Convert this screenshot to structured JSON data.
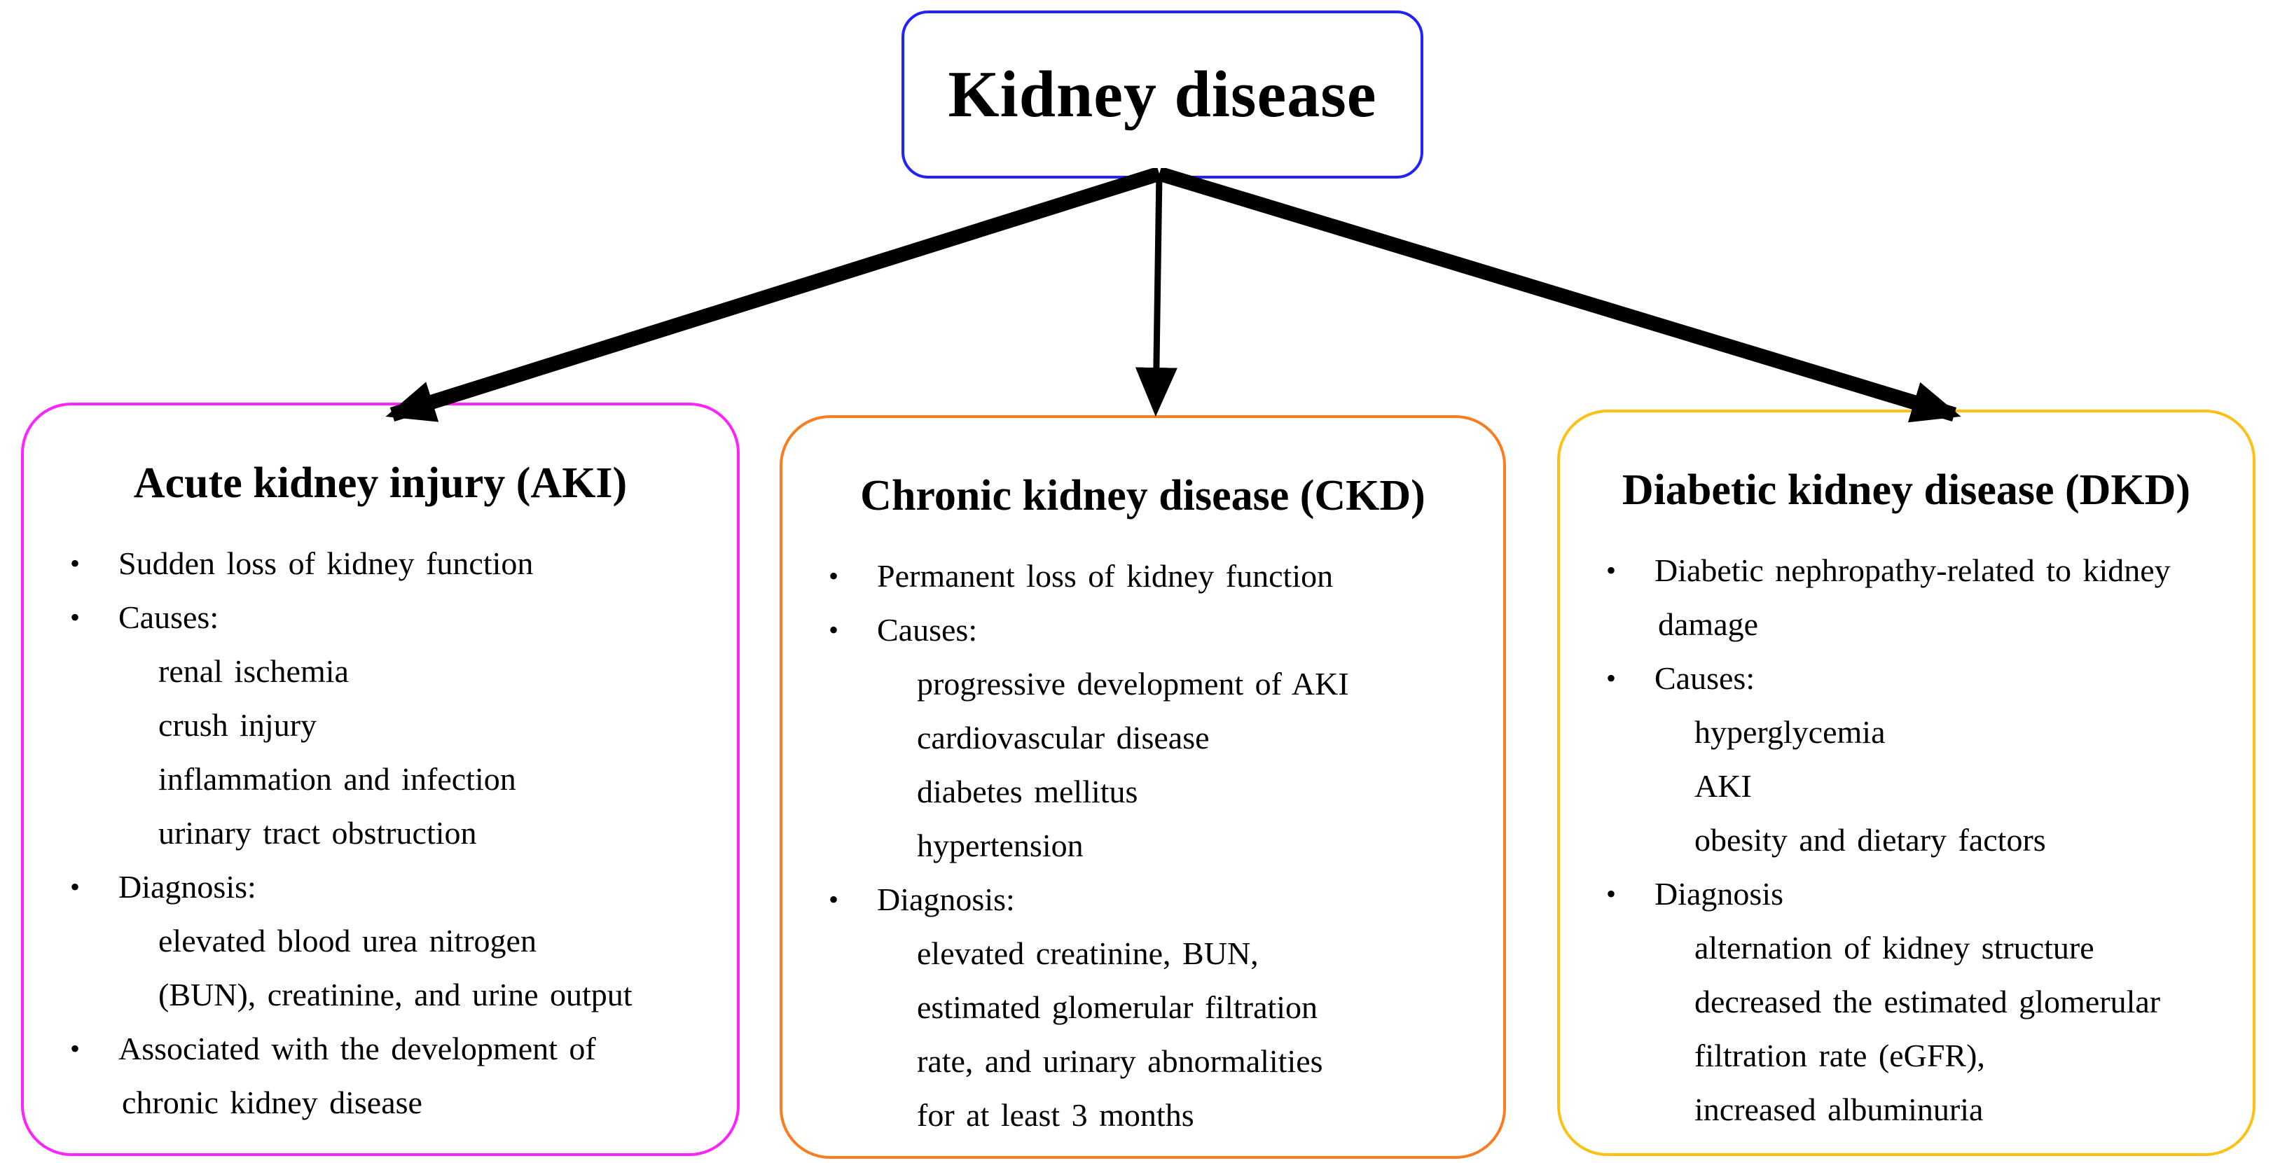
{
  "ui": {
    "bullet_char": "•"
  },
  "root": {
    "title": "Kidney disease",
    "border_color": "#2222ff"
  },
  "arrows": {
    "color": "#000000"
  },
  "branches": [
    {
      "id": "aki",
      "title": "Acute kidney injury (AKI)",
      "border_color": "#ff22ff",
      "lines": [
        {
          "style": "bullet",
          "text": "Sudden loss of kidney function"
        },
        {
          "style": "bullet",
          "text": "Causes:"
        },
        {
          "style": "sub",
          "text": "renal ischemia"
        },
        {
          "style": "sub",
          "text": "crush injury"
        },
        {
          "style": "sub",
          "text": "inflammation and infection"
        },
        {
          "style": "sub",
          "text": "urinary tract obstruction"
        },
        {
          "style": "bullet",
          "text": "Diagnosis:"
        },
        {
          "style": "sub",
          "text": "elevated blood urea nitrogen"
        },
        {
          "style": "sub",
          "text": "(BUN), creatinine, and urine output"
        },
        {
          "style": "bullet",
          "text": "Associated with the development of"
        },
        {
          "style": "cont",
          "text": "chronic kidney disease"
        }
      ]
    },
    {
      "id": "ckd",
      "title": "Chronic kidney disease (CKD)",
      "border_color": "#f97d20",
      "lines": [
        {
          "style": "bullet",
          "text": "Permanent loss of kidney function"
        },
        {
          "style": "bullet",
          "text": "Causes:"
        },
        {
          "style": "sub",
          "text": "progressive development of AKI"
        },
        {
          "style": "sub",
          "text": "cardiovascular disease"
        },
        {
          "style": "sub",
          "text": "diabetes mellitus"
        },
        {
          "style": "sub",
          "text": "hypertension"
        },
        {
          "style": "bullet",
          "text": "Diagnosis:"
        },
        {
          "style": "sub",
          "text": "elevated creatinine, BUN,"
        },
        {
          "style": "sub",
          "text": "estimated glomerular filtration"
        },
        {
          "style": "sub",
          "text": "rate, and urinary abnormalities"
        },
        {
          "style": "sub",
          "text": "for at least 3 months"
        }
      ]
    },
    {
      "id": "dkd",
      "title": "Diabetic kidney disease (DKD)",
      "border_color": "#ffc014",
      "lines": [
        {
          "style": "bullet",
          "text": "Diabetic nephropathy-related to kidney"
        },
        {
          "style": "cont",
          "text": "damage"
        },
        {
          "style": "bullet",
          "text": "Causes:"
        },
        {
          "style": "sub",
          "text": "hyperglycemia"
        },
        {
          "style": "sub",
          "text": "AKI"
        },
        {
          "style": "sub",
          "text": "obesity and dietary factors"
        },
        {
          "style": "bullet",
          "text": "Diagnosis"
        },
        {
          "style": "sub",
          "text": "alternation of kidney structure"
        },
        {
          "style": "sub",
          "text": "decreased the estimated glomerular"
        },
        {
          "style": "sub",
          "text": "filtration rate (eGFR),"
        },
        {
          "style": "sub",
          "text": "increased albuminuria"
        }
      ]
    }
  ]
}
